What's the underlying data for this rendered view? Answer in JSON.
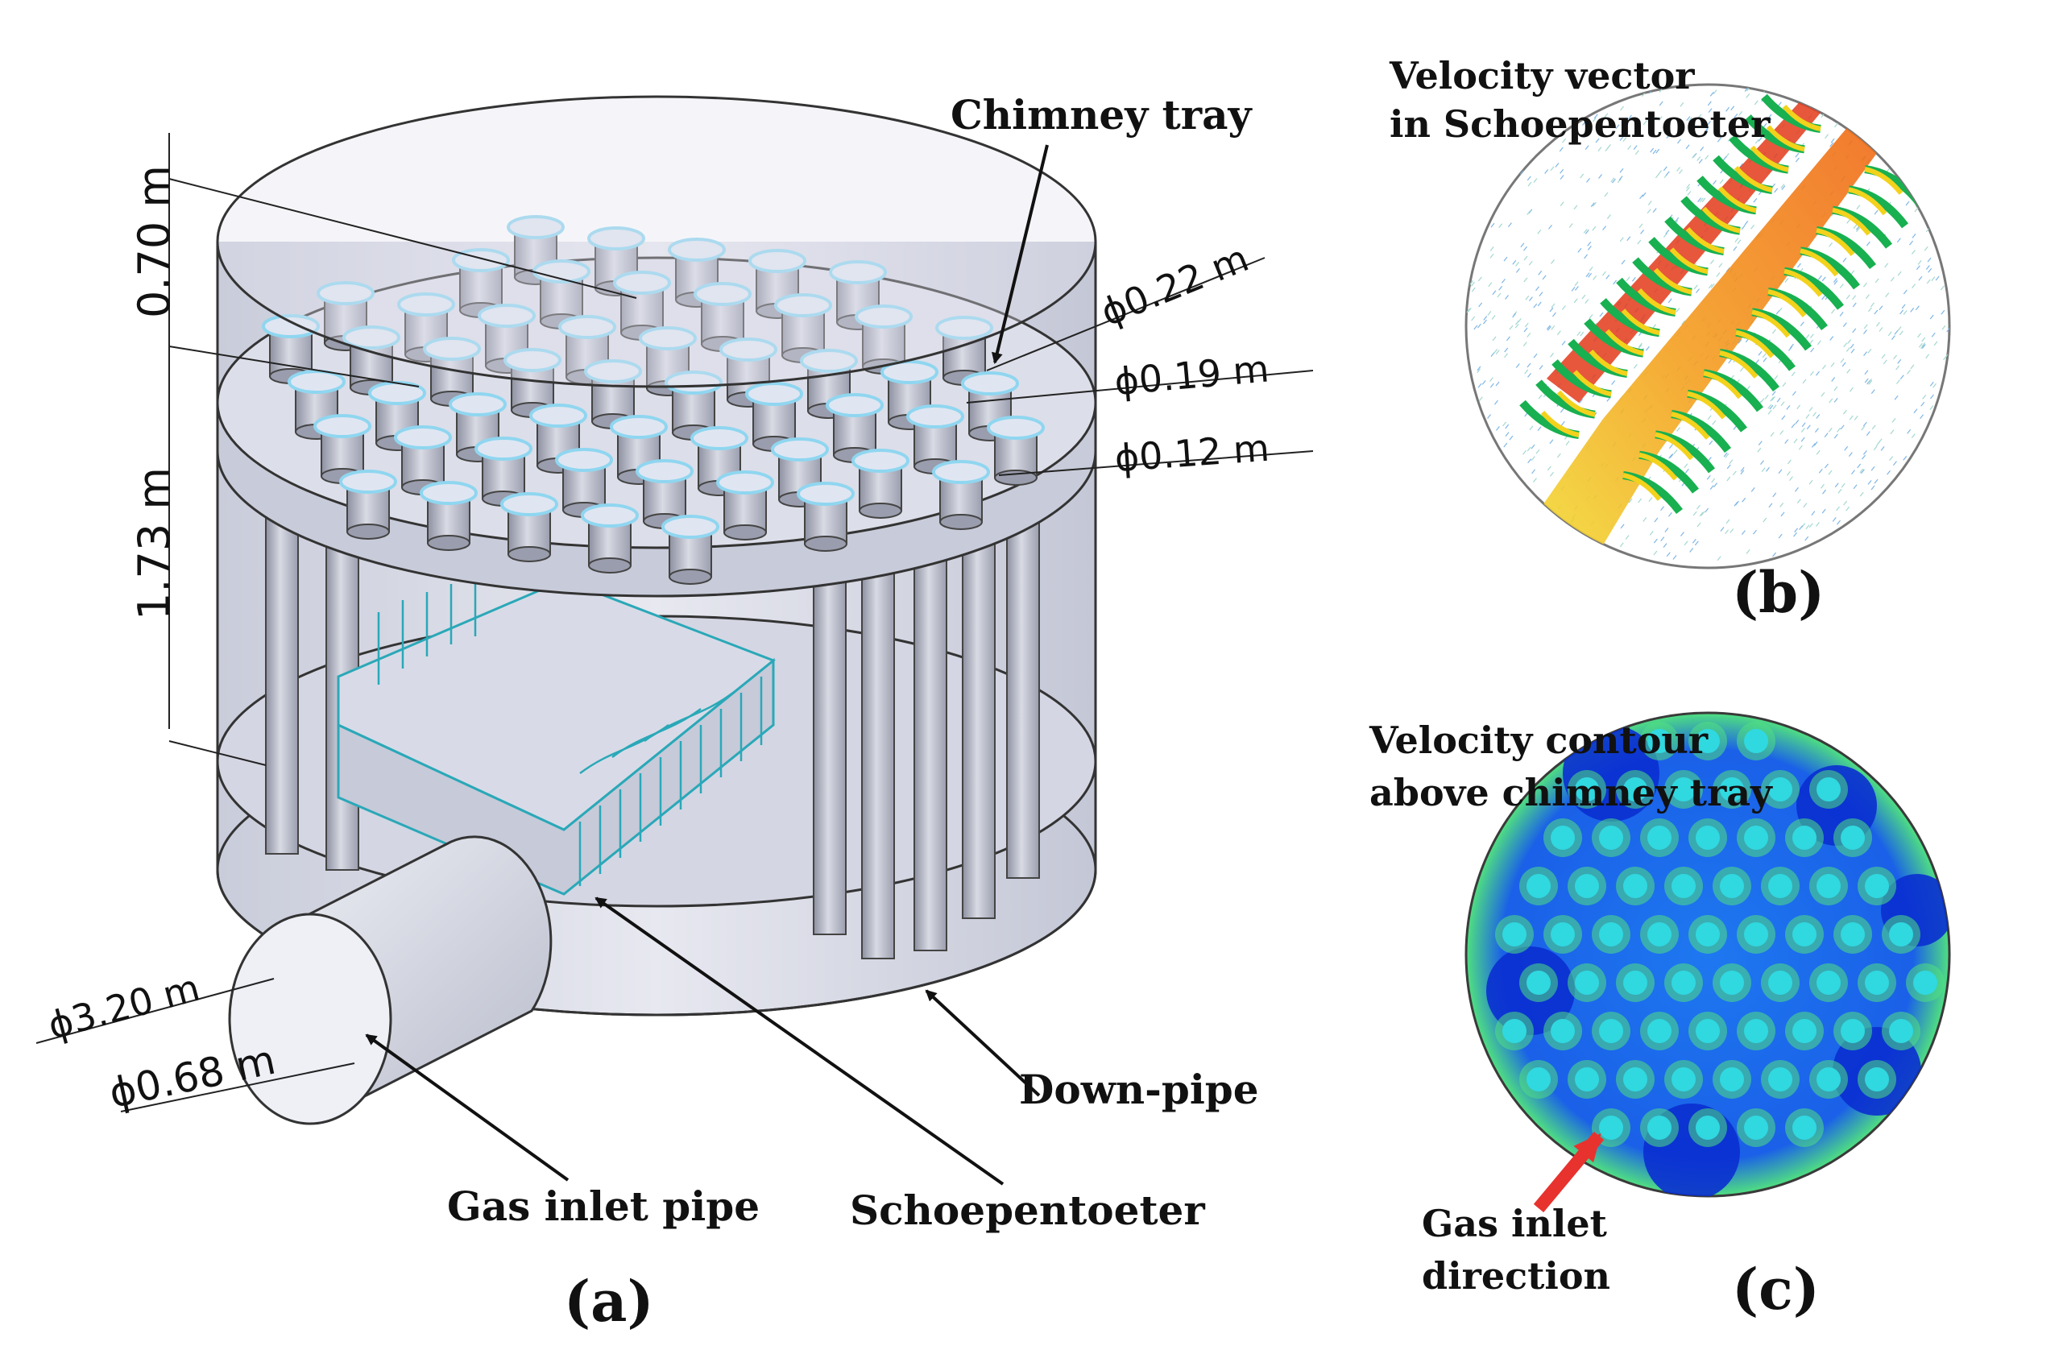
{
  "panels": {
    "a": {
      "caption": "(a)"
    },
    "b": {
      "caption": "(b)"
    },
    "c": {
      "caption": "(c)"
    }
  },
  "labels": {
    "chimney_tray": "Chimney tray",
    "down_pipe": "Down-pipe",
    "gas_inlet_pipe": "Gas inlet pipe",
    "schoepentoeter": "Schoepentoeter",
    "velocity_vector_line1": "Velocity vector",
    "velocity_vector_line2": "in Schoepentoeter",
    "velocity_contour_line1": "Velocity contour",
    "velocity_contour_line2": "above chimney tray",
    "gas_inlet_direction_line1": "Gas inlet",
    "gas_inlet_direction_line2": "direction"
  },
  "dimensions": {
    "height_top": "0.70 m",
    "height_bottom": "1.73 m",
    "dia_chimney_cap": "ϕ0.22 m",
    "dia_chimney": "ϕ0.19 m",
    "dia_downpipe": "ϕ0.12 m",
    "dia_column": "ϕ3.20 m",
    "dia_inlet": "ϕ0.68 m"
  },
  "colors": {
    "vessel_fill": "#d9dbe8",
    "vessel_stroke": "#333333",
    "chimney_cap": "#8fd6f0",
    "vane_stroke": "#2aa8b8",
    "contour_dark": "#0a2fd0",
    "contour_mid": "#1e78f0",
    "contour_light": "#30d8e0",
    "contour_green": "#50e080",
    "arrow_red": "#e8322e"
  }
}
